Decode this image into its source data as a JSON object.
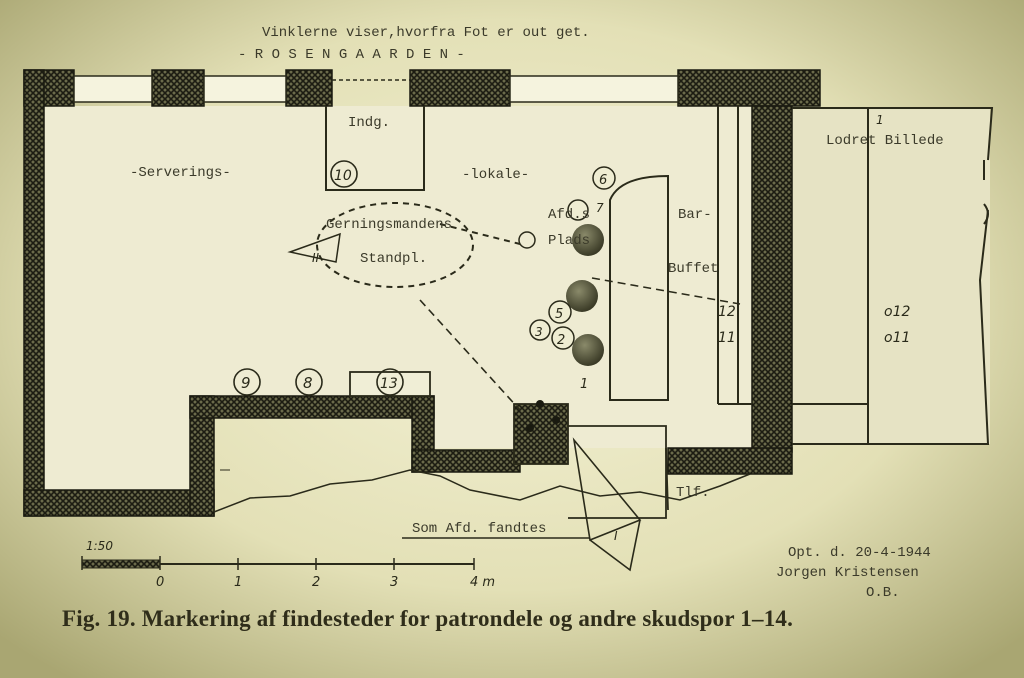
{
  "header": {
    "line1": "Vinklerne viser,hvorfra Fot  er out get.",
    "line2": "- R O S E N G A A R D E N -"
  },
  "rooms": {
    "entrance": "Indg.",
    "serving_left": "-Serverings-",
    "serving_right": "-lokale-",
    "shooter": "Gerningsmandens",
    "stand": "Standpl.",
    "bar": "Bar-",
    "buffet": "Buffet",
    "afd1": "Afd.s",
    "afd2": "Plads",
    "lodret": "Lodret Billede",
    "tlf": "Tlf.",
    "som": "Som Afd. fandtes"
  },
  "markers": {
    "m10": "10",
    "m9": "9",
    "m8": "8",
    "m13": "13",
    "m6": "6",
    "m7": "7",
    "m5": "5",
    "m3": "3",
    "m2": "2",
    "m1": "1",
    "m12": "12",
    "m11": "11",
    "m012": "o12",
    "m011": "o11",
    "arrowI": "I",
    "arrowII": "II",
    "m1top": "1"
  },
  "scale": {
    "ratio": "1:50",
    "ticks": [
      "0",
      "1",
      "2",
      "3",
      "4 m"
    ]
  },
  "signature": {
    "line1": "Opt. d. 20-4-1944",
    "line2": "Jorgen Kristensen",
    "line3": "O.B."
  },
  "caption": "Fig. 19. Markering af findesteder for patrondele og andre skudspor 1–14."
}
